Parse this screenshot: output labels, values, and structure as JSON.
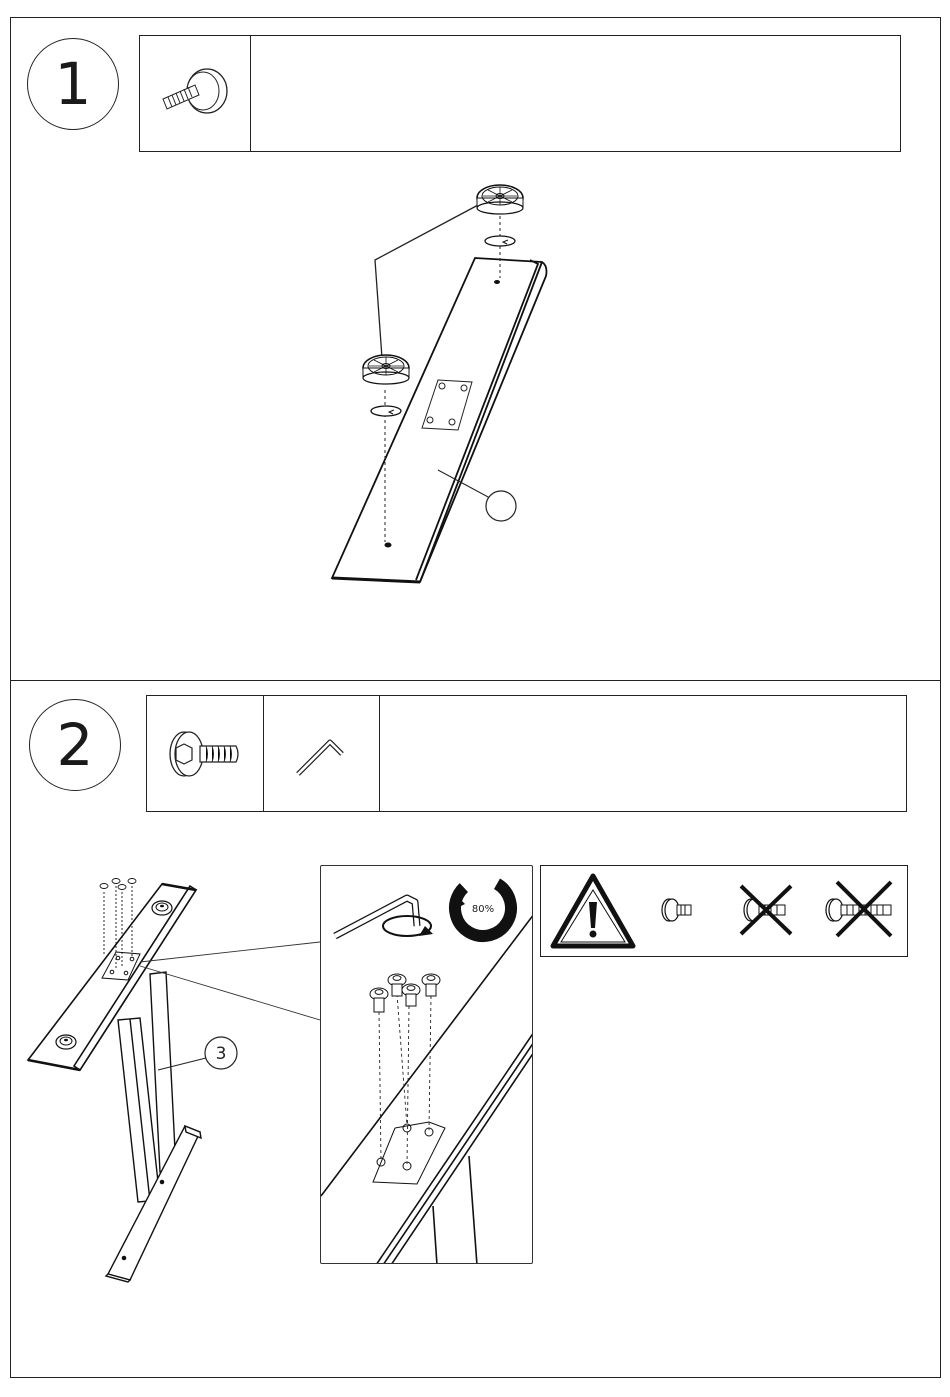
{
  "steps": [
    {
      "number": "1"
    },
    {
      "number": "2"
    }
  ],
  "step2": {
    "callout_number": "3",
    "tighten_percent": "80%"
  },
  "icons": {
    "step1_part": "leveling-foot-icon",
    "step2_part_bolt": "hex-socket-bolt-icon",
    "step2_part_key": "allen-key-icon",
    "warning": "warning-triangle-icon"
  }
}
